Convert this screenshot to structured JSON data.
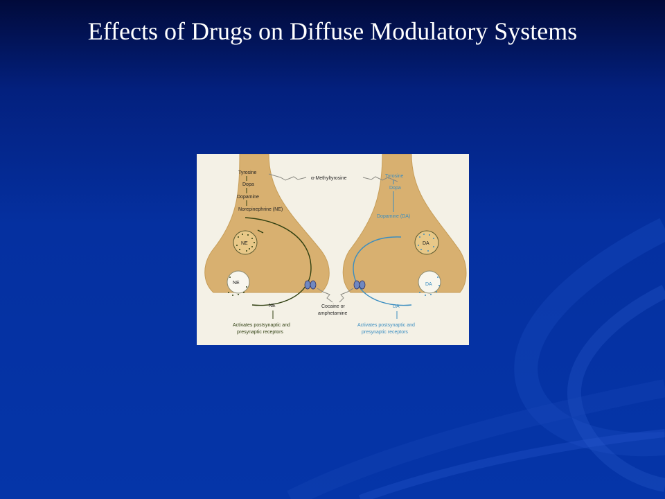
{
  "slide": {
    "title": "Effects of Drugs on Diffuse Modulatory Systems"
  },
  "colors": {
    "background_top": "#010a3a",
    "background_bottom": "#0535a8",
    "title_text": "#ffffff",
    "terminal_fill": "#d8b070",
    "ne_pathway": "#2f3f10",
    "da_pathway": "#3a8dc0"
  },
  "figure": {
    "drug_top": "α-Methyltyrosine",
    "drug_bottom_line1": "Cocaine or",
    "drug_bottom_line2": "amphetamine",
    "ne_terminal": {
      "step1": "Tyrosine",
      "step2": "Dopa",
      "step3": "Dopamine",
      "step4": "Norepinephrine (NE)",
      "vesicle": "NE",
      "released": "NE",
      "cleft": "NE",
      "effect_line1": "Activates postsynaptic and",
      "effect_line2": "presynaptic receptors"
    },
    "da_terminal": {
      "step1": "Tyrosine",
      "step2": "Dopa",
      "step3": "Dopamine (DA)",
      "vesicle": "DA",
      "released": "DA",
      "cleft": "DA",
      "effect_line1": "Activates postsynaptic and",
      "effect_line2": "presynaptic receptors"
    }
  }
}
